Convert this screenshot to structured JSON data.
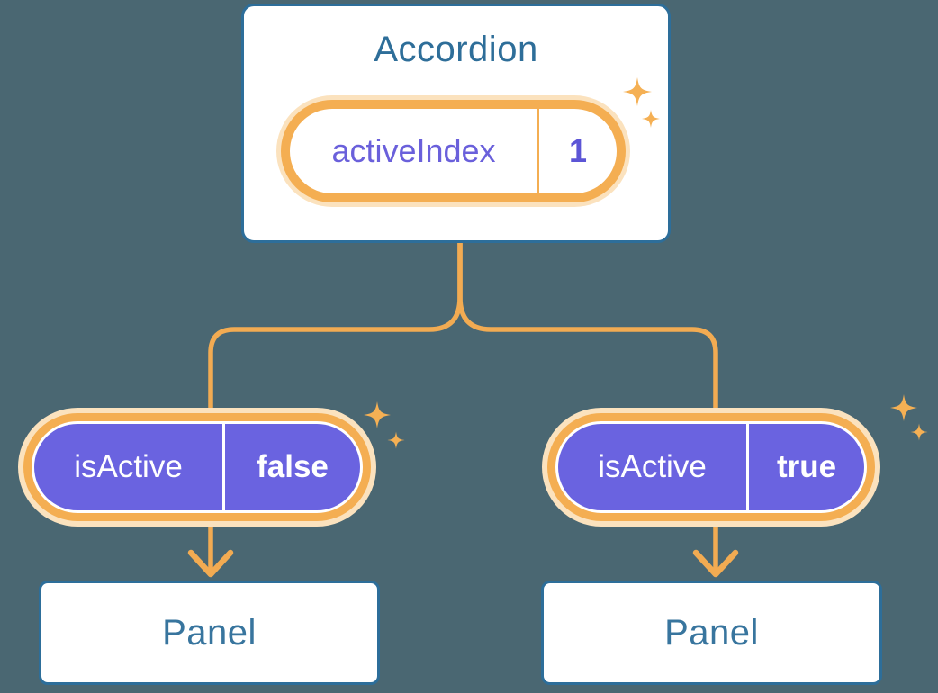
{
  "diagram": {
    "type": "component-tree",
    "accordion": {
      "title": "Accordion",
      "state": {
        "label": "activeIndex",
        "value": "1"
      }
    },
    "left_branch": {
      "prop": {
        "label": "isActive",
        "value": "false"
      },
      "panel": {
        "title": "Panel"
      }
    },
    "right_branch": {
      "prop": {
        "label": "isActive",
        "value": "true"
      },
      "panel": {
        "title": "Panel"
      }
    }
  },
  "colors": {
    "background": "#4A6772",
    "node_fill": "#FFFFFF",
    "node_border": "#2D6E9A",
    "node_title_text": "#2E6E99",
    "panel_title_text": "#38759E",
    "pill_ring_orange": "#F4AE52",
    "pill_outer_glow": "#FBE2BE",
    "state_label_text": "#6A60DB",
    "state_value_text": "#5C55D6",
    "prop_pill_fill": "#6A63E0",
    "prop_pill_text": "#FFFFFF",
    "connector_line": "#F2AB52",
    "sparkle": "#F5B054"
  }
}
